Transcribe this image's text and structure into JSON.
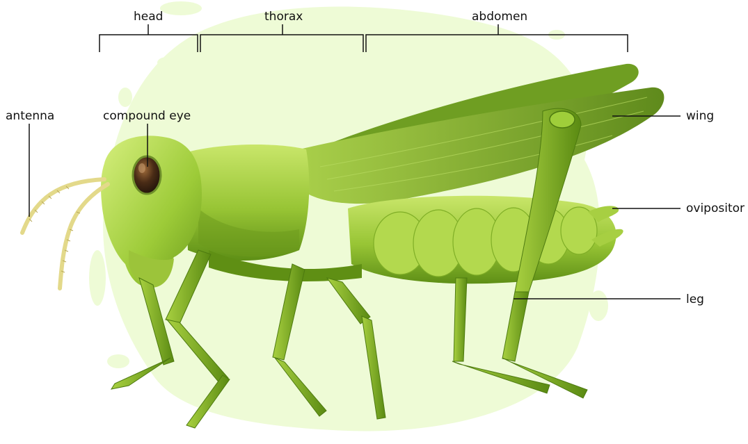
{
  "diagram": {
    "labels": {
      "head": "head",
      "thorax": "thorax",
      "abdomen": "abdomen",
      "antenna": "antenna",
      "compound_eye": "compound eye",
      "wing": "wing",
      "ovipositor": "ovipositor",
      "leg": "leg"
    },
    "colors": {
      "background_blob": "#eefbd6",
      "body_light": "#b9dc55",
      "body_mid": "#8dbf2e",
      "body_dark": "#4f7d12",
      "wing": "#7fb030",
      "eye": "#3b2414",
      "antenna": "#e3d98a",
      "line": "#111111"
    }
  }
}
